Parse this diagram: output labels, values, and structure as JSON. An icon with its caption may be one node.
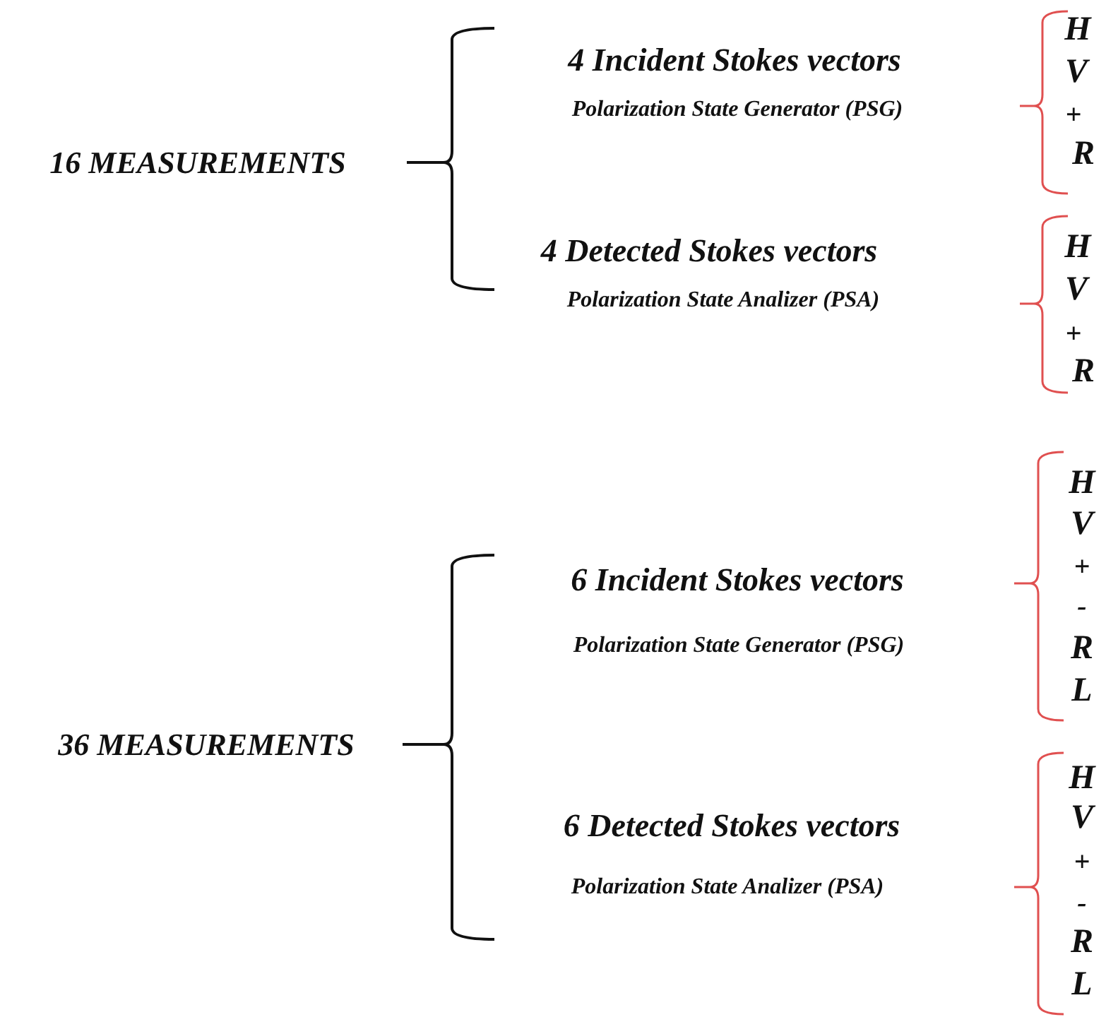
{
  "diagram": {
    "labels": [
      "4  Incident Stokes vectors",
      "Polarization State Generator (PSG)",
      "H",
      "V",
      "+",
      "R",
      "16 MEASUREMENTS",
      "4 Detected Stokes vectors",
      "Polarization State Analizer (PSA)",
      "H",
      "V",
      "+",
      "R",
      "6  Incident Stokes vectors",
      "Polarization State Generator (PSG)",
      "H",
      "V",
      "+",
      "-",
      "R",
      "L",
      "36 MEASUREMENTS",
      "6 Detected Stokes vectors",
      "Polarization State Analizer (PSA)",
      "H",
      "V",
      "+",
      "-",
      "R",
      "L"
    ]
  }
}
